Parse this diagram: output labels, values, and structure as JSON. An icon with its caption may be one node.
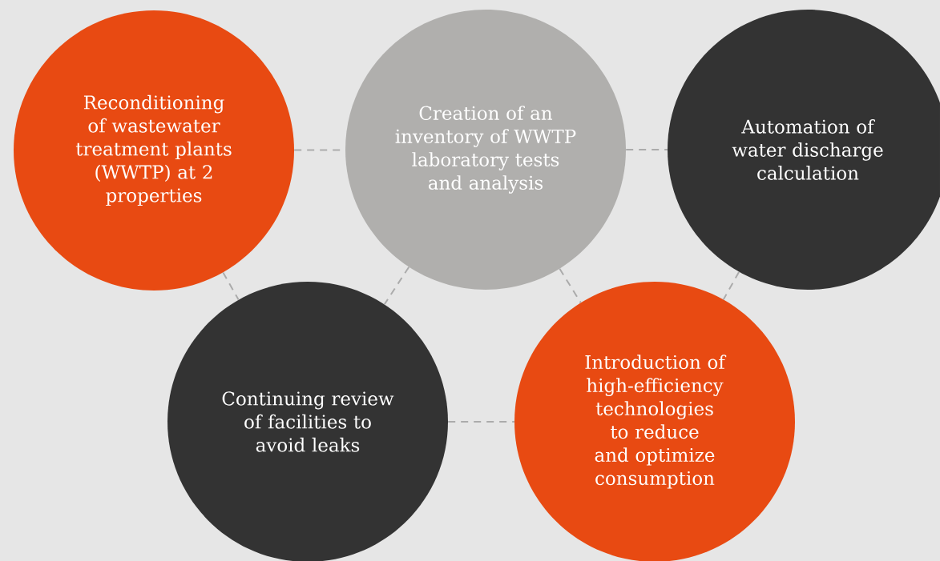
{
  "diagram": {
    "nodes": [
      {
        "text": [
          "Reconditioning of wastewater treatment plants (WWTP) at 2 properties"
        ]
      },
      {
        "text": [
          "Creation of an inventory of WWTP laboratory tests and analysis"
        ]
      },
      {
        "text": [
          "Automation of water discharge calculation"
        ]
      },
      {
        "text": [
          "Continuing review of facilities to avoid leaks"
        ]
      },
      {
        "text": [
          "Introduction of high-efficiency technologies to reduce and optimize consumption"
        ]
      }
    ],
    "edges": [
      {
        "from": 0,
        "to": 1,
        "arrow": "none",
        "style": "dashed"
      },
      {
        "from": 1,
        "to": 2,
        "arrow": "none",
        "style": "dashed"
      },
      {
        "from": 0,
        "to": 3,
        "arrow": "none",
        "style": "dashed"
      },
      {
        "from": 1,
        "to": 3,
        "arrow": "none",
        "style": "dashed"
      },
      {
        "from": 1,
        "to": 4,
        "arrow": "none",
        "style": "dashed"
      },
      {
        "from": 2,
        "to": 4,
        "arrow": "none",
        "style": "dashed"
      },
      {
        "from": 3,
        "to": 4,
        "arrow": "none",
        "style": "dashed"
      }
    ]
  }
}
